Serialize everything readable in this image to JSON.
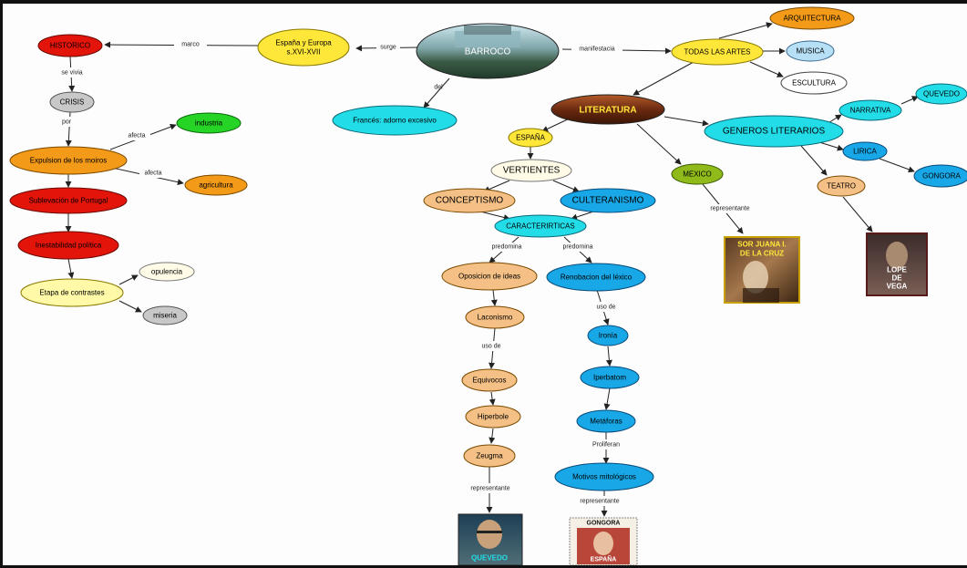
{
  "nodes": {
    "historico": "HISTORICO",
    "espana_europa_1": "España y Europa",
    "espana_europa_2": "s.XVI-XVII",
    "barroco": "BARROCO",
    "todas_artes": "TODAS LAS ARTES",
    "arquitectura": "ARQUITECTURA",
    "musica": "MUSICA",
    "escultura": "ESCULTURA",
    "crisis": "CRISIS",
    "industria": "industria",
    "expulsion": "Expulsion de los moiros",
    "agricultura": "agricultura",
    "sublevacion": "Sublevación de Portugal",
    "inestabilidad": "Inestabilidad política",
    "etapa": "Etapa de contrastes",
    "opulencia": "opulencia",
    "miseria": "miseria",
    "frances": "Francés: adorno excesivo",
    "literatura": "LITERATURA",
    "espana": "ESPAÑA",
    "vertientes": "VERTIENTES",
    "conceptismo": "CONCEPTISMO",
    "culteranismo": "CULTERANISMO",
    "caracteristicas": "CARACTERIRTICAS",
    "oposicion": "Oposicion de ideas",
    "renobacion": "Renobacion del léxico",
    "laconismo": "Laconismo",
    "ironia": "Ironía",
    "equivocos": "Equivocos",
    "hiperbaton": "Iperbatom",
    "hiperbole": "Hiperbole",
    "metaforas": "Metáforas",
    "zeugma": "Zeugma",
    "motivos": "Motivos mitológicos",
    "mexico": "MEXICO",
    "generos": "GENEROS LITERARIOS",
    "narrativa": "NARRATIVA",
    "quevedo_node": "QUEVEDO",
    "lirica": "LIRICA",
    "gongora_node": "GONGORA",
    "teatro": "TEATRO"
  },
  "edges": {
    "marco": "marco",
    "surge": "surge",
    "manifestacia": "manifestacia",
    "se_vivia": "se vivia",
    "por": "por",
    "afecta_1": "afecta",
    "afecta_2": "afecta",
    "del": "del",
    "predomina_1": "predomina",
    "predomina_2": "predomina",
    "uso_de_1": "uso de",
    "uso_de_2": "uso de",
    "proliferan": "Proliferan",
    "representante_1": "representante",
    "representante_2": "representante",
    "representante_3": "representante"
  },
  "portraits": {
    "sor_juana_1": "SOR JUANA I.",
    "sor_juana_2": "DE LA CRUZ",
    "lope_1": "LOPE",
    "lope_2": "DE",
    "lope_3": "VEGA",
    "quevedo": "QUEVEDO",
    "gongora": "GONGORA",
    "stamp": "ESPAÑA"
  },
  "colors": {
    "red": "#e3140a",
    "yellow": "#ffe73a",
    "pale_yellow": "#fff9a8",
    "orange": "#f39a18",
    "light_orange": "#f5c086",
    "cyan": "#22dce8",
    "blue": "#18a8e8",
    "light_blue": "#b7dff6",
    "green": "#26d426",
    "olive": "#8fba1a",
    "grey": "#c8c8c8",
    "cream": "#fffbe6"
  }
}
